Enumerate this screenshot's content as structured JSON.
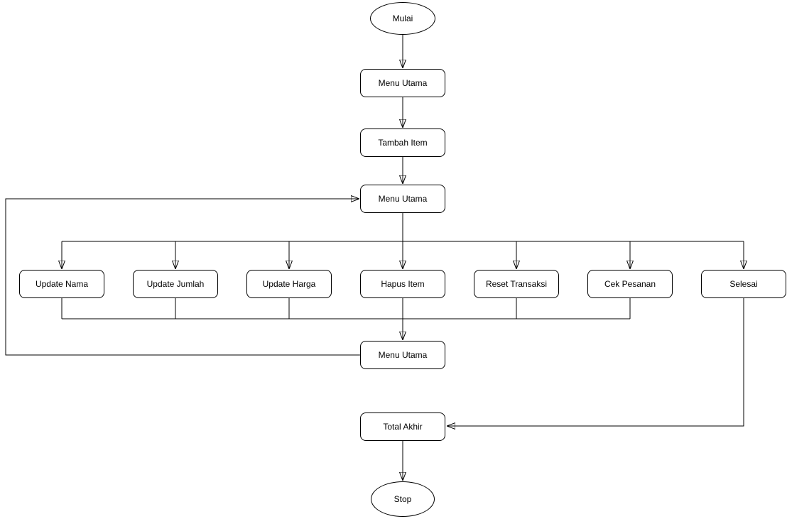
{
  "diagram": {
    "type": "flowchart",
    "colors": {
      "node_fill": "#ffffff",
      "stroke": "#000000",
      "text": "#000000"
    },
    "nodes": {
      "mulai": "Mulai",
      "menu_utama_top": "Menu Utama",
      "tambah_item": "Tambah Item",
      "menu_utama_mid": "Menu Utama",
      "update_nama": "Update Nama",
      "update_jumlah": "Update Jumlah",
      "update_harga": "Update Harga",
      "hapus_item": "Hapus Item",
      "reset_transaksi": "Reset Transaksi",
      "cek_pesanan": "Cek Pesanan",
      "selesai": "Selesai",
      "menu_utama_bottom": "Menu Utama",
      "total_akhir": "Total Akhir",
      "stop": "Stop"
    },
    "edges": [
      {
        "from": "mulai",
        "to": "menu_utama_top"
      },
      {
        "from": "menu_utama_top",
        "to": "tambah_item"
      },
      {
        "from": "tambah_item",
        "to": "menu_utama_mid"
      },
      {
        "from": "menu_utama_mid",
        "to": "update_nama"
      },
      {
        "from": "menu_utama_mid",
        "to": "update_jumlah"
      },
      {
        "from": "menu_utama_mid",
        "to": "update_harga"
      },
      {
        "from": "menu_utama_mid",
        "to": "hapus_item"
      },
      {
        "from": "menu_utama_mid",
        "to": "reset_transaksi"
      },
      {
        "from": "menu_utama_mid",
        "to": "cek_pesanan"
      },
      {
        "from": "menu_utama_mid",
        "to": "selesai"
      },
      {
        "from": "update_nama",
        "to": "menu_utama_bottom"
      },
      {
        "from": "update_jumlah",
        "to": "menu_utama_bottom"
      },
      {
        "from": "update_harga",
        "to": "menu_utama_bottom"
      },
      {
        "from": "hapus_item",
        "to": "menu_utama_bottom"
      },
      {
        "from": "reset_transaksi",
        "to": "menu_utama_bottom"
      },
      {
        "from": "cek_pesanan",
        "to": "menu_utama_bottom"
      },
      {
        "from": "menu_utama_bottom",
        "to": "menu_utama_mid"
      },
      {
        "from": "selesai",
        "to": "total_akhir"
      },
      {
        "from": "total_akhir",
        "to": "stop"
      }
    ]
  }
}
